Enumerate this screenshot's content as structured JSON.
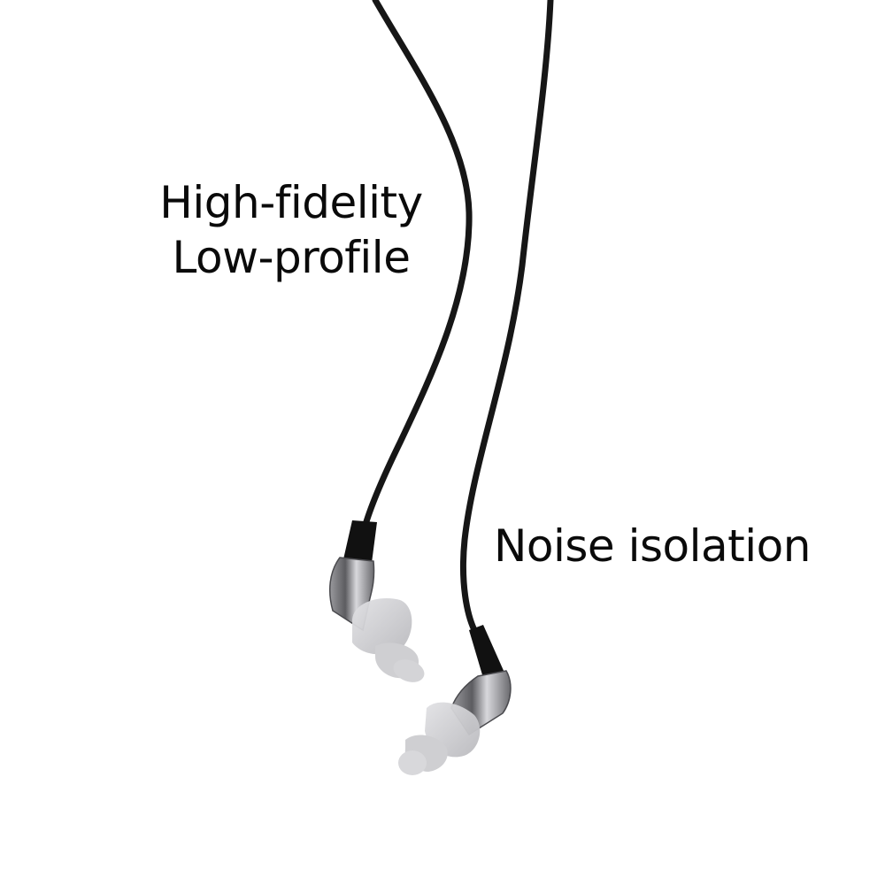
{
  "captions": {
    "line_1": "High-fidelity",
    "line_2": "Low-profile",
    "feature_3": "Noise isolation"
  },
  "colors": {
    "background": "#ffffff",
    "cable": "#161616",
    "housing": "#6e6e72",
    "eartip": "#c9c9cc",
    "text": "#0a0a0a"
  },
  "icons": {
    "product": "in-ear-earphones"
  }
}
